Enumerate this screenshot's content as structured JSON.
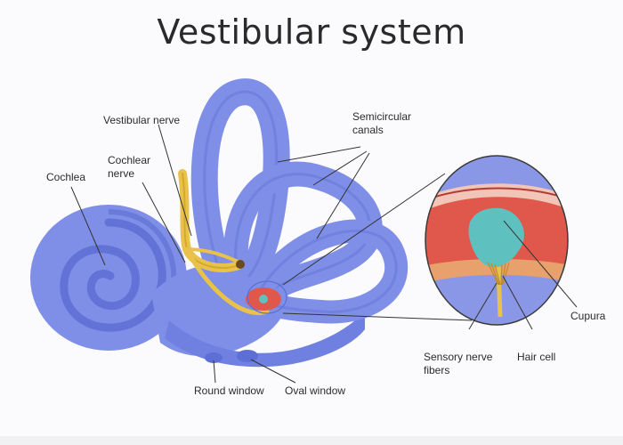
{
  "title": "Vestibular system",
  "labels": {
    "vestibular_nerve": "Vestibular nerve",
    "cochlear_nerve_line1": "Cochlear",
    "cochlear_nerve_line2": "nerve",
    "cochlea": "Cochlea",
    "semicircular_line1": "Semicircular",
    "semicircular_line2": "canals",
    "round_window": "Round window",
    "oval_window": "Oval window",
    "sensory_line1": "Sensory nerve",
    "sensory_line2": "fibers",
    "hair_cell": "Hair cell",
    "cupura": "Cupura"
  },
  "colors": {
    "labyrinth": "#7f8ee6",
    "labyrinth_dark": "#5d6fd4",
    "nerve": "#e8c24a",
    "endolymph_red": "#e0584c",
    "cupula": "#5fc0c0",
    "callout_bg": "#8a97e6"
  }
}
